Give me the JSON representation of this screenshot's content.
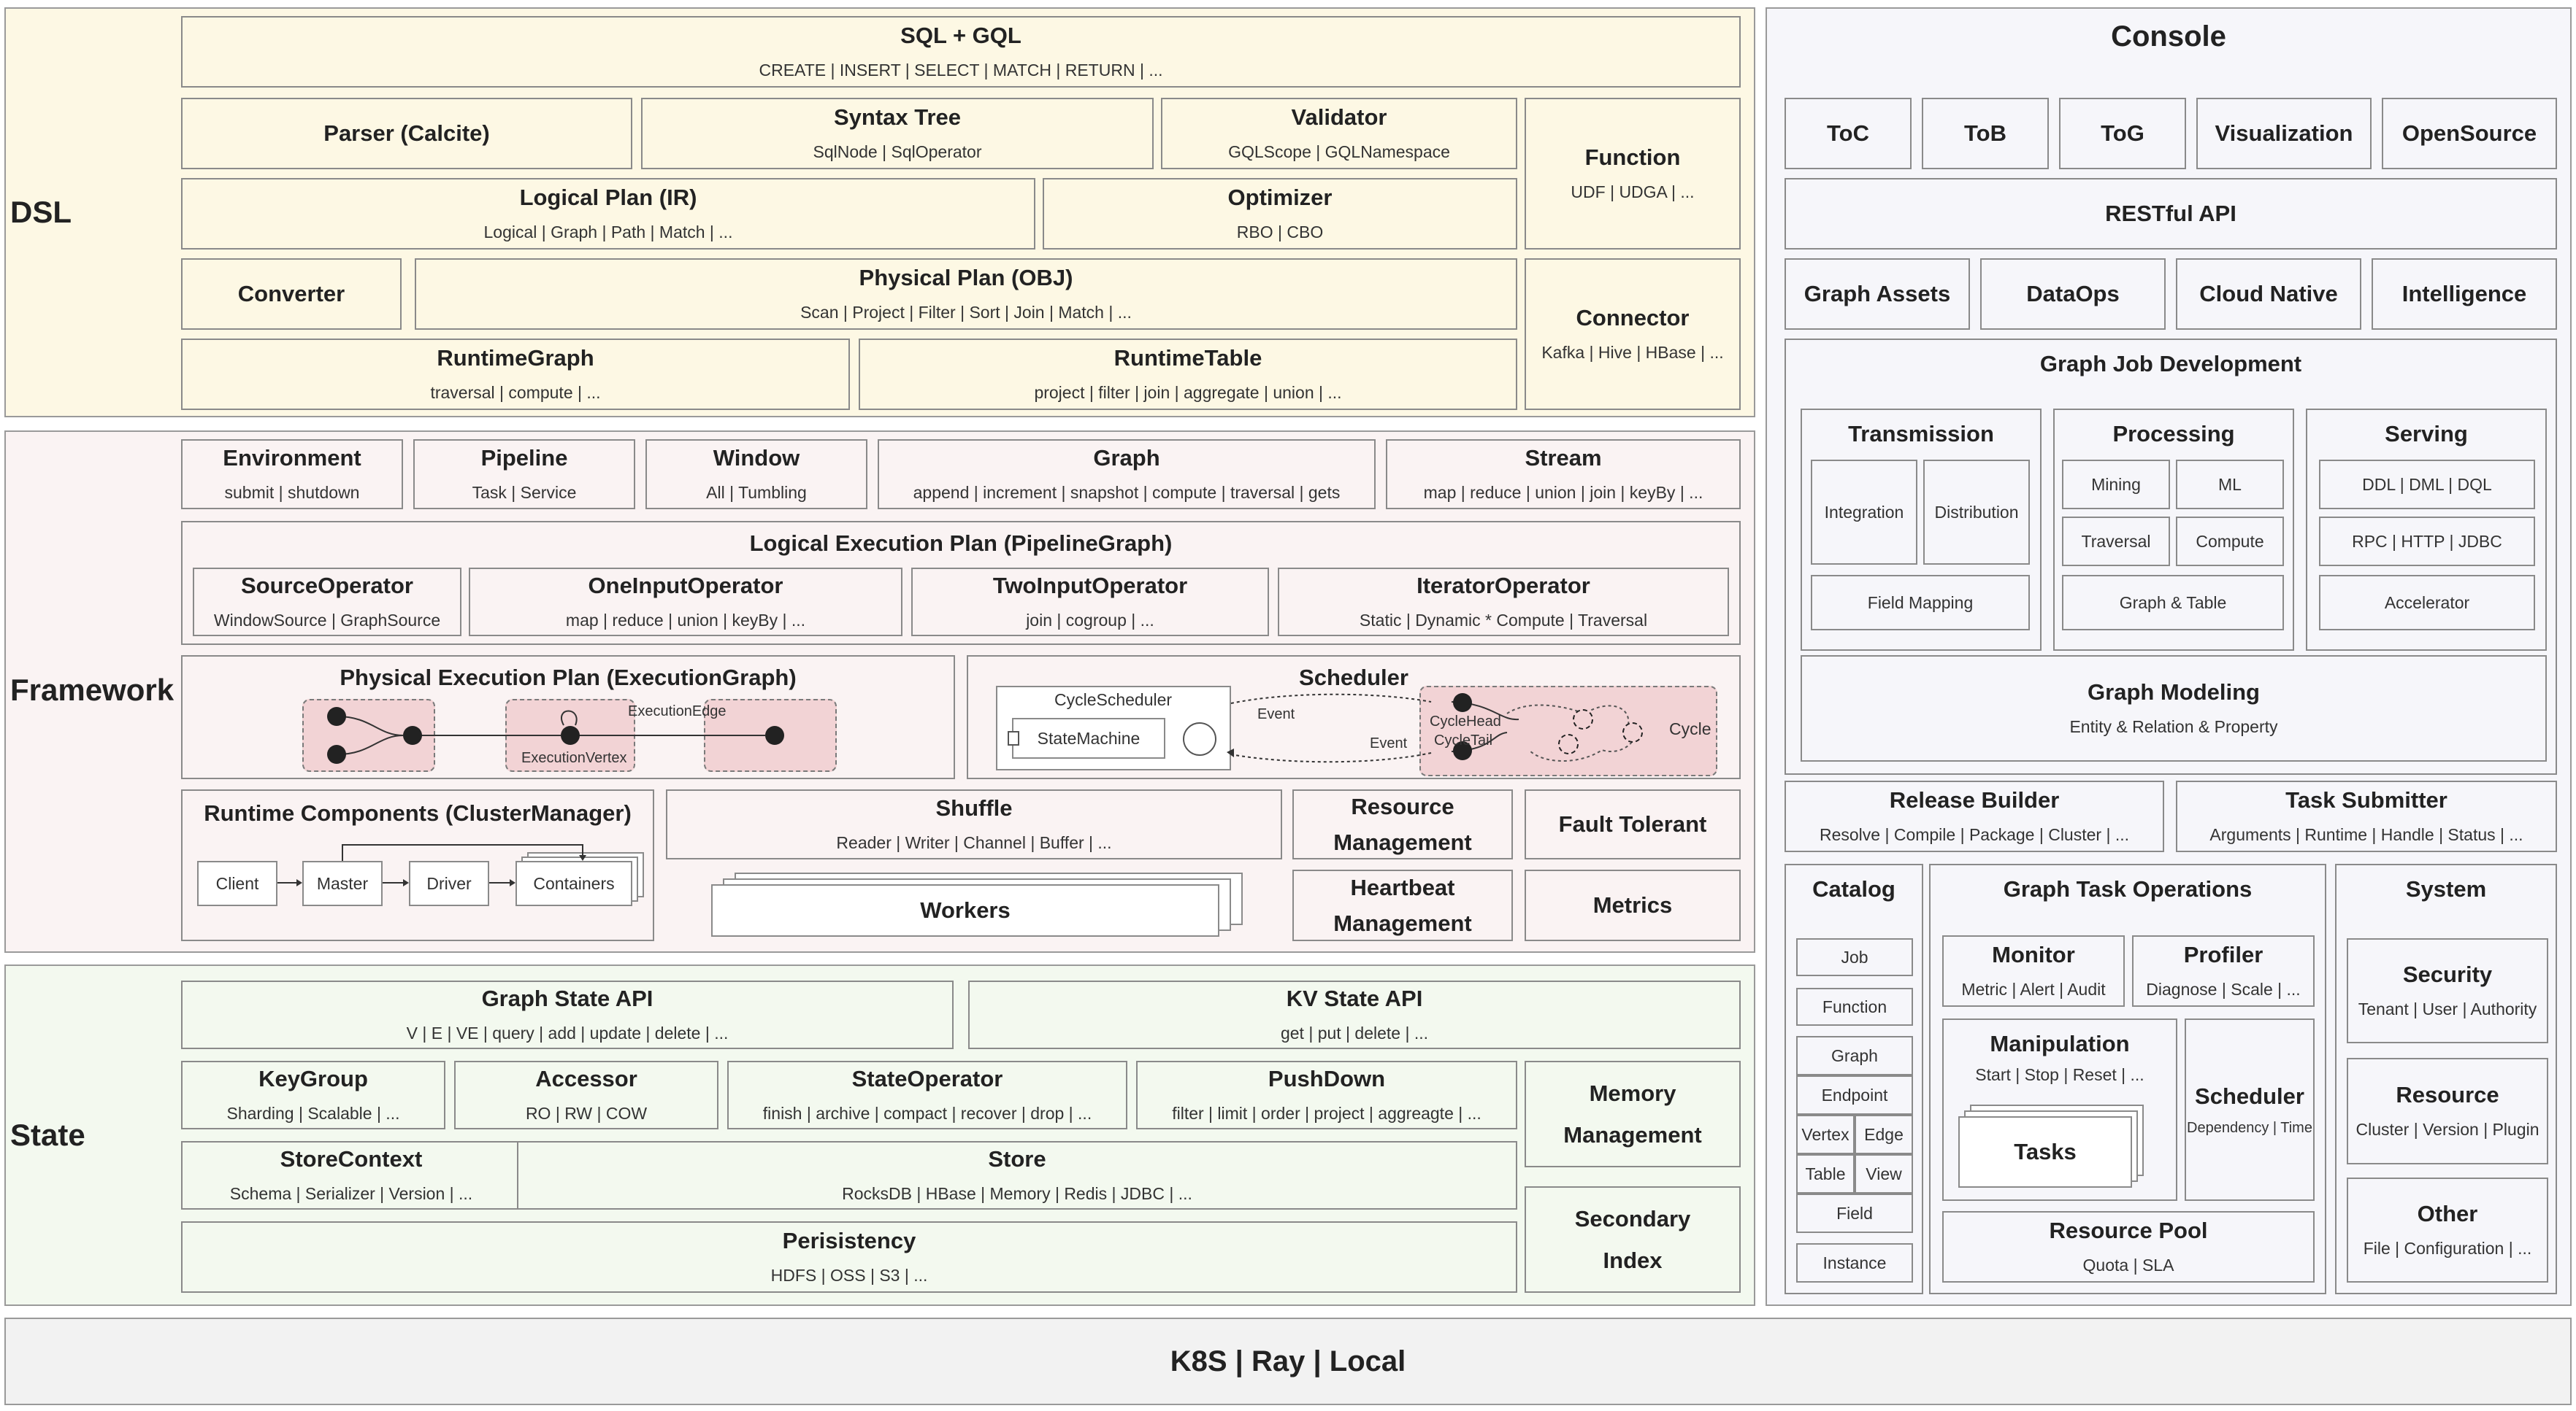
{
  "dsl": {
    "label": "DSL",
    "sql_gql": {
      "title": "SQL + GQL",
      "sub": "CREATE | INSERT | SELECT | MATCH | RETURN | ..."
    },
    "parser": {
      "title": "Parser (Calcite)"
    },
    "syntax_tree": {
      "title": "Syntax Tree",
      "sub": "SqlNode | SqlOperator"
    },
    "validator": {
      "title": "Validator",
      "sub": "GQLScope | GQLNamespace"
    },
    "function": {
      "title": "Function",
      "sub": "UDF | UDGA | ..."
    },
    "logical_plan": {
      "title": "Logical Plan (IR)",
      "sub": "Logical | Graph | Path | Match | ..."
    },
    "optimizer": {
      "title": "Optimizer",
      "sub": "RBO | CBO"
    },
    "converter": {
      "title": "Converter"
    },
    "physical_plan": {
      "title": "Physical Plan (OBJ)",
      "sub": "Scan | Project | Filter | Sort | Join | Match | ..."
    },
    "connector": {
      "title": "Connector",
      "sub": "Kafka | Hive | HBase | ..."
    },
    "runtime_graph": {
      "title": "RuntimeGraph",
      "sub": "traversal | compute | ..."
    },
    "runtime_table": {
      "title": "RuntimeTable",
      "sub": "project | filter | join | aggregate | union | ..."
    }
  },
  "framework": {
    "label": "Framework",
    "environment": {
      "title": "Environment",
      "sub": "submit | shutdown"
    },
    "pipeline": {
      "title": "Pipeline",
      "sub": "Task | Service"
    },
    "window": {
      "title": "Window",
      "sub": "All | Tumbling"
    },
    "graph": {
      "title": "Graph",
      "sub": "append | increment | snapshot | compute | traversal | gets"
    },
    "stream": {
      "title": "Stream",
      "sub": "map | reduce | union | join | keyBy | ..."
    },
    "logical_exec": {
      "title": "Logical Execution Plan (PipelineGraph)"
    },
    "source_op": {
      "title": "SourceOperator",
      "sub": "WindowSource | GraphSource"
    },
    "one_input_op": {
      "title": "OneInputOperator",
      "sub": "map | reduce | union | keyBy | ..."
    },
    "two_input_op": {
      "title": "TwoInputOperator",
      "sub": "join | cogroup | ..."
    },
    "iterator_op": {
      "title": "IteratorOperator",
      "sub": "Static | Dynamic * Compute | Traversal"
    },
    "physical_exec": {
      "title": "Physical Execution Plan (ExecutionGraph)",
      "edge_label": "ExecutionEdge",
      "vertex_label": "ExecutionVertex"
    },
    "scheduler": {
      "title": "Scheduler",
      "cycle_scheduler": "CycleScheduler",
      "state_machine": "StateMachine",
      "event_top": "Event",
      "event_bottom": "Event",
      "cycle_head": "CycleHead",
      "cycle_tail": "CycleTail",
      "cycle": "Cycle"
    },
    "runtime_components": {
      "title": "Runtime Components (ClusterManager)",
      "client": "Client",
      "master": "Master",
      "driver": "Driver",
      "containers": "Containers"
    },
    "shuffle": {
      "title": "Shuffle",
      "sub": "Reader | Writer | Channel | Buffer | ..."
    },
    "workers": {
      "title": "Workers"
    },
    "resource_mgmt": {
      "line1": "Resource",
      "line2": "Management"
    },
    "fault_tolerant": {
      "title": "Fault Tolerant"
    },
    "heartbeat_mgmt": {
      "line1": "Heartbeat",
      "line2": "Management"
    },
    "metrics": {
      "title": "Metrics"
    }
  },
  "state": {
    "label": "State",
    "graph_state_api": {
      "title": "Graph State API",
      "sub": "V | E | VE | query | add | update | delete | ..."
    },
    "kv_state_api": {
      "title": "KV State API",
      "sub": "get | put | delete | ..."
    },
    "keygroup": {
      "title": "KeyGroup",
      "sub": "Sharding | Scalable | ..."
    },
    "accessor": {
      "title": "Accessor",
      "sub": "RO | RW | COW"
    },
    "state_operator": {
      "title": "StateOperator",
      "sub": "finish | archive | compact | recover | drop | ..."
    },
    "pushdown": {
      "title": "PushDown",
      "sub": "filter | limit | order | project | aggreagte | ..."
    },
    "memory_mgmt": {
      "line1": "Memory",
      "line2": "Management"
    },
    "store_context": {
      "title": "StoreContext",
      "sub": "Schema | Serializer | Version | ..."
    },
    "store": {
      "title": "Store",
      "sub": "RocksDB | HBase | Memory | Redis | JDBC | ..."
    },
    "secondary_index": {
      "line1": "Secondary",
      "line2": "Index"
    },
    "persistency": {
      "title": "Perisistency",
      "sub": "HDFS | OSS | S3 | ..."
    }
  },
  "console": {
    "title": "Console",
    "top_row": [
      "ToC",
      "ToB",
      "ToG",
      "Visualization",
      "OpenSource"
    ],
    "restful": "RESTful API",
    "second_row": [
      "Graph Assets",
      "DataOps",
      "Cloud Native",
      "Intelligence"
    ],
    "job_dev": {
      "title": "Graph Job Development",
      "transmission": {
        "title": "Transmission",
        "items": [
          "Integration",
          "Distribution"
        ],
        "bottom": "Field Mapping"
      },
      "processing": {
        "title": "Processing",
        "items": [
          "Mining",
          "ML",
          "Traversal",
          "Compute"
        ],
        "bottom": "Graph & Table"
      },
      "serving": {
        "title": "Serving",
        "items": [
          "DDL | DML | DQL",
          "RPC | HTTP | JDBC",
          "Accelerator"
        ]
      },
      "modeling": {
        "title": "Graph Modeling",
        "sub": "Entity & Relation & Property"
      }
    },
    "release_builder": {
      "title": "Release Builder",
      "sub": "Resolve | Compile | Package | Cluster | ..."
    },
    "task_submitter": {
      "title": "Task Submitter",
      "sub": "Arguments | Runtime | Handle | Status | ..."
    },
    "catalog": {
      "title": "Catalog",
      "job": "Job",
      "function": "Function",
      "graph": "Graph",
      "endpoint": "Endpoint",
      "vertex": "Vertex",
      "edge": "Edge",
      "table": "Table",
      "view": "View",
      "field": "Field",
      "instance": "Instance"
    },
    "task_ops": {
      "title": "Graph Task Operations",
      "monitor": {
        "title": "Monitor",
        "sub": "Metric | Alert | Audit"
      },
      "profiler": {
        "title": "Profiler",
        "sub": "Diagnose | Scale | ..."
      },
      "manipulation": {
        "title": "Manipulation",
        "sub": "Start | Stop | Reset | ..."
      },
      "tasks": "Tasks",
      "scheduler": {
        "title": "Scheduler",
        "sub": "Dependency | Time"
      },
      "resource_pool": {
        "title": "Resource Pool",
        "sub": "Quota | SLA"
      }
    },
    "system": {
      "title": "System",
      "security": {
        "title": "Security",
        "sub": "Tenant | User | Authority"
      },
      "resource": {
        "title": "Resource",
        "sub": "Cluster | Version | Plugin"
      },
      "other": {
        "title": "Other",
        "sub": "File | Configuration | ..."
      }
    }
  },
  "base": {
    "title": "K8S | Ray | Local"
  }
}
